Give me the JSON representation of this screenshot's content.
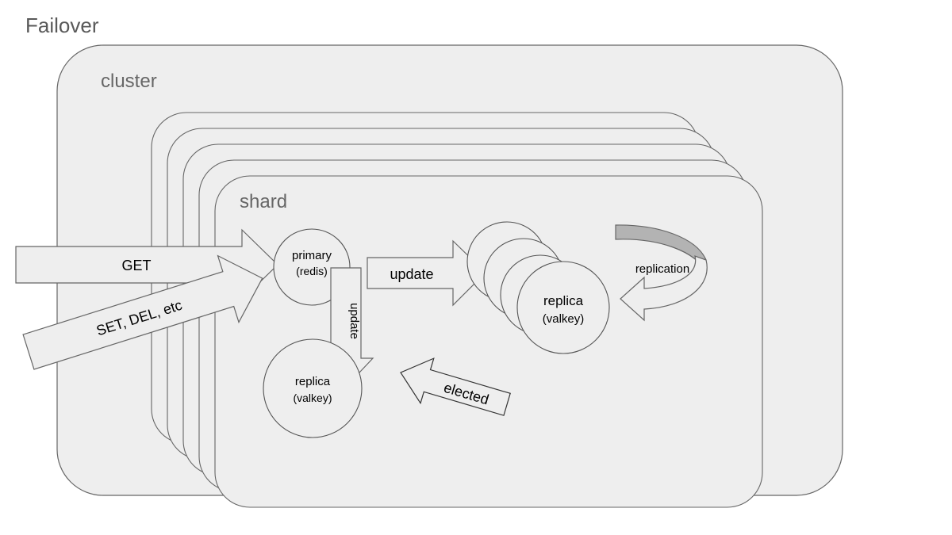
{
  "title": "Failover",
  "containers": {
    "cluster_label": "cluster",
    "shard_label": "shard"
  },
  "nodes": {
    "primary": {
      "name": "primary",
      "engine": "(redis)"
    },
    "replica_bottom": {
      "name": "replica",
      "engine": "(valkey)"
    },
    "replica_stack": {
      "name": "replica",
      "engine": "(valkey)"
    }
  },
  "arrows": {
    "get": "GET",
    "write": "SET, DEL, etc",
    "update_right": "update",
    "update_down": "update",
    "elected": "elected",
    "replication": "replication"
  },
  "colors": {
    "container_fill": "#eeeeee",
    "container_stroke": "#666666",
    "arrow_fill": "#eeeeee",
    "arrow_dark_fill": "#b3b3b3",
    "title_color": "#595959",
    "label_color": "#666666",
    "text_color": "#000000",
    "page_background": "#ffffff"
  }
}
